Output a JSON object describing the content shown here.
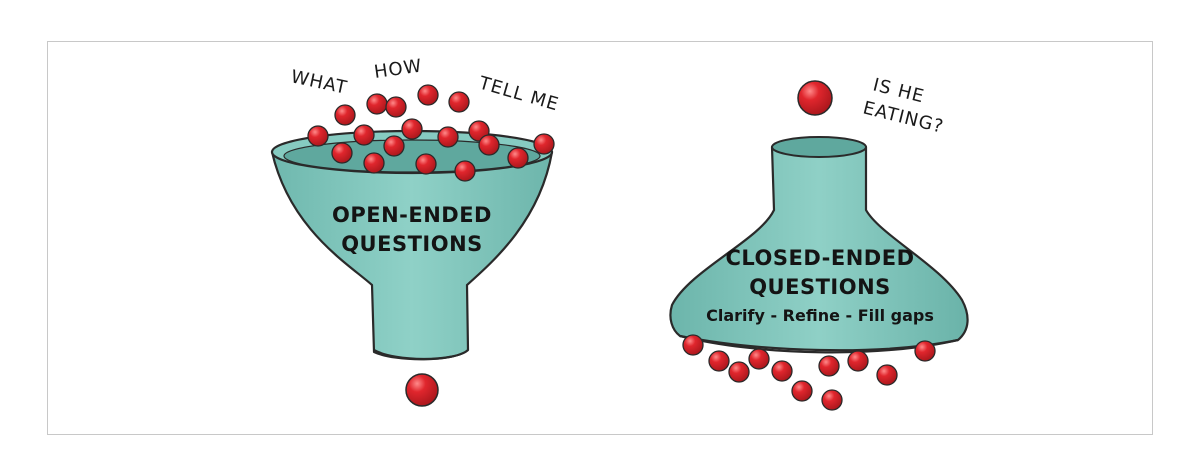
{
  "open_funnel": {
    "words": [
      "WHAT",
      "HOW",
      "TELL ME"
    ],
    "title_line1": "OPEN-ENDED",
    "title_line2": "QUESTIONS"
  },
  "closed_funnel": {
    "question_line1": "IS HE",
    "question_line2": "EATING?",
    "title_line1": "CLOSED-ENDED",
    "title_line2": "QUESTIONS",
    "subtitle": "Clarify - Refine - Fill gaps"
  },
  "colors": {
    "funnel_fill": "#7fc7bd",
    "funnel_inner": "#5fa89e",
    "outline": "#2a2a2a",
    "ball": "#d8232a",
    "ball_highlight": "#f7a3a3"
  }
}
